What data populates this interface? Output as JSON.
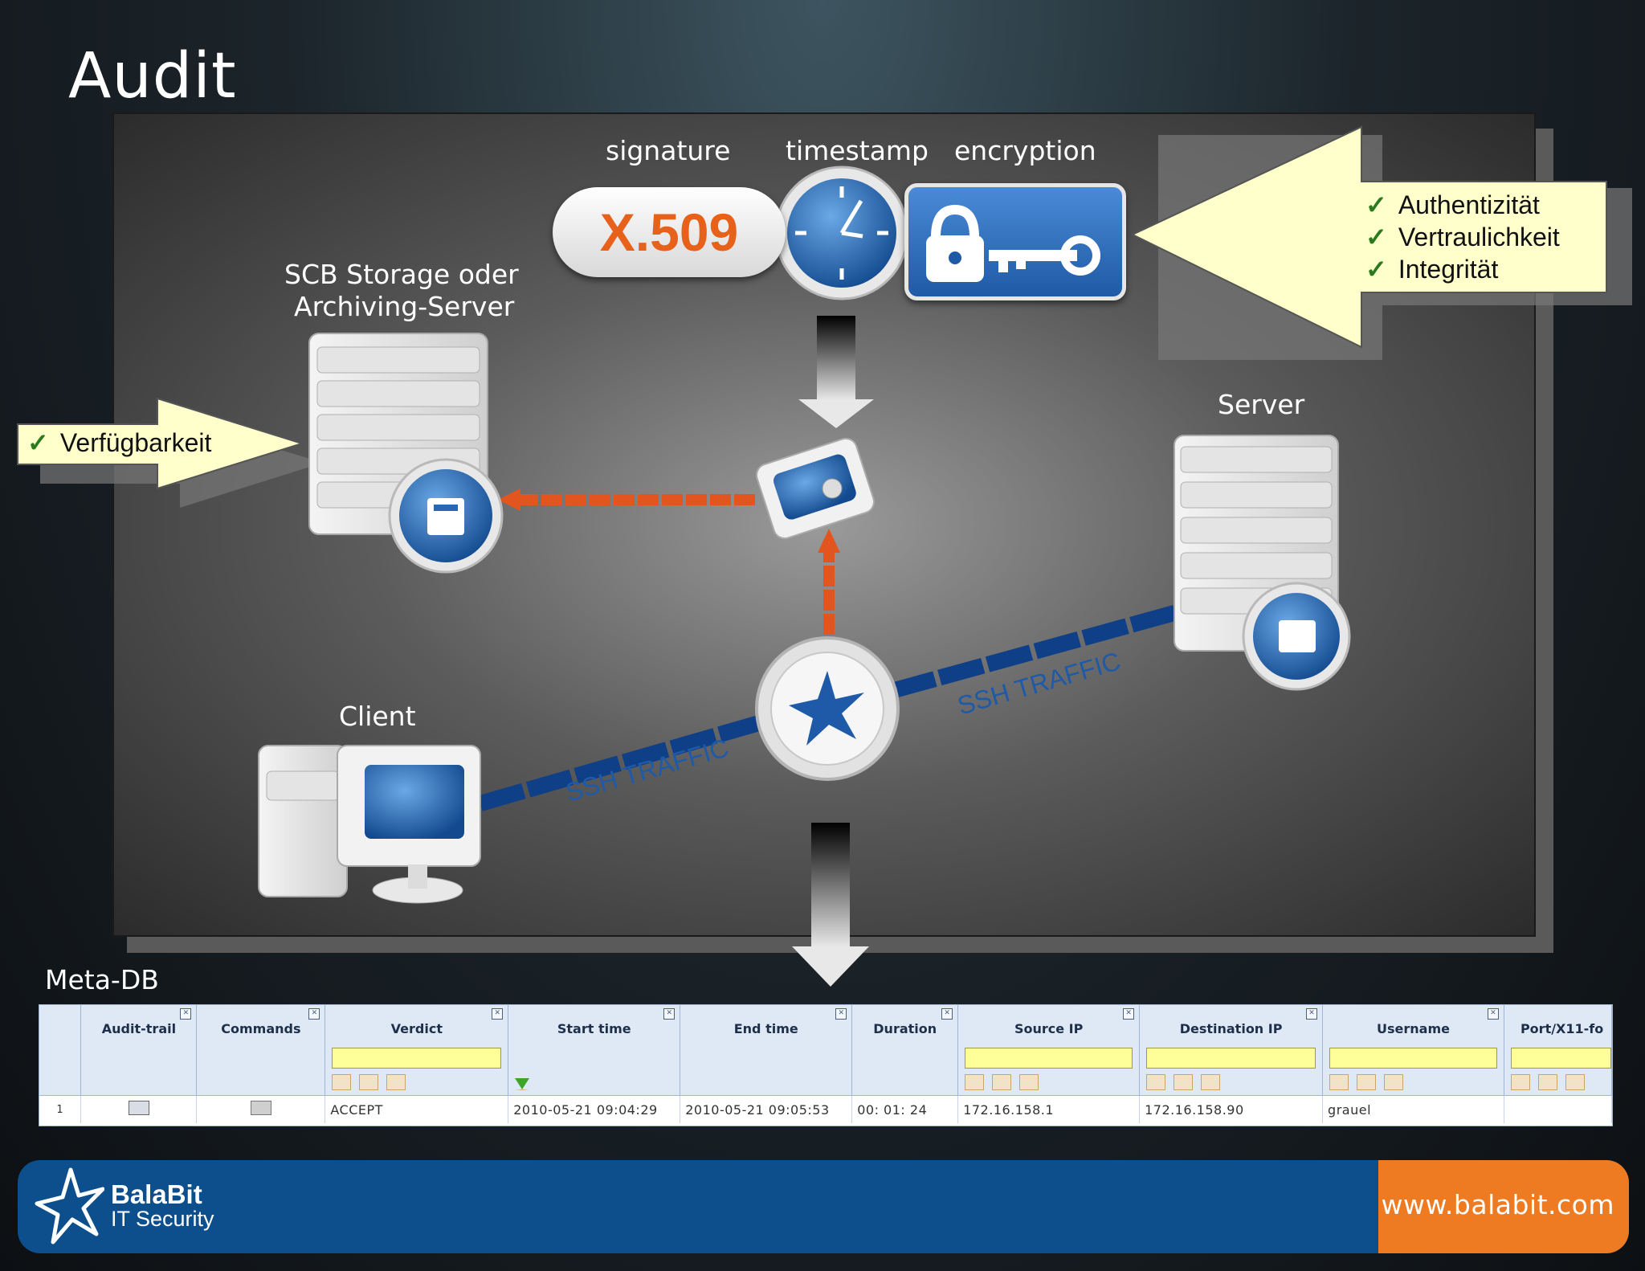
{
  "slide": {
    "title": "Audit"
  },
  "diagram": {
    "labels": {
      "signature": "signature",
      "timestamp": "timestamp",
      "encryption": "encryption",
      "storage_line1": "SCB Storage oder",
      "storage_line2": "Archiving-Server",
      "server": "Server",
      "client": "Client",
      "x509": "X.509"
    },
    "traffic_left": "SSH TRAFFIC",
    "traffic_right": "SSH TRAFFIC",
    "right_callout": [
      "Authentizität",
      "Vertraulichkeit",
      "Integrität"
    ],
    "left_callout": "Verfügbarkeit",
    "check_mark": "✓"
  },
  "meta_db": {
    "title": "Meta-DB",
    "columns": [
      "",
      "Audit-trail",
      "Commands",
      "Verdict",
      "Start time",
      "End time",
      "Duration",
      "Source IP",
      "Destination IP",
      "Username",
      "Port/X11-fo"
    ],
    "rows": [
      [
        "1",
        "",
        "",
        "ACCEPT",
        "2010-05-21 09:04:29",
        "2010-05-21 09:05:53",
        "00: 01: 24",
        "172.16.158.1",
        "172.16.158.90",
        "grauel",
        ""
      ]
    ]
  },
  "footer": {
    "brand_name": "BalaBit",
    "brand_sub": "IT Security",
    "url": "www.balabit.com"
  },
  "colors": {
    "accent_orange": "#ee7a22",
    "brand_blue": "#0c4f8c",
    "traffic_blue": "#1e5aa8",
    "callout_yellow": "#ffffcc"
  }
}
